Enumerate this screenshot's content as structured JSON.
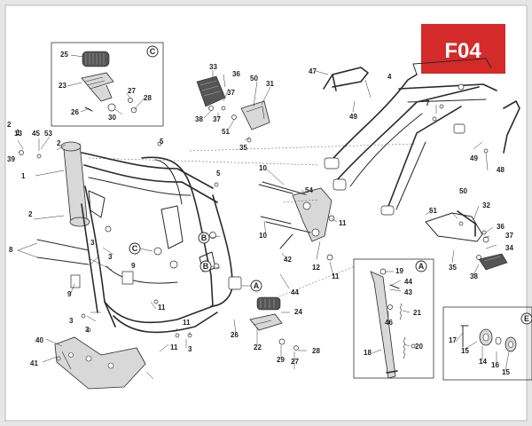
{
  "badge": {
    "text": "F04",
    "color": "#d42a2a"
  },
  "detail_marks": {
    "a": "A",
    "b": "B",
    "c": "C",
    "e": "E"
  },
  "callouts": {
    "c1": "1",
    "c2a": "2",
    "c2b": "2",
    "c2c": "2",
    "c3a": "3",
    "c3b": "3",
    "c3c": "3",
    "c3d": "3",
    "c3e": "3",
    "c4": "4",
    "c5a": "5",
    "c5b": "5",
    "c7": "7",
    "c8": "8",
    "c9a": "9",
    "c9b": "9",
    "c10a": "10",
    "c10b": "10",
    "c11a": "11",
    "c11b": "11",
    "c11c": "11",
    "c11d": "11",
    "c11e": "11",
    "c12": "12",
    "c13": "13",
    "c14": "14",
    "c15a": "15",
    "c15b": "15",
    "c16": "16",
    "c17": "17",
    "c18": "18",
    "c19": "19",
    "c20": "20",
    "c21": "21",
    "c22": "22",
    "c23": "23",
    "c24": "24",
    "c25": "25",
    "c26a": "26",
    "c26b": "26",
    "c27a": "27",
    "c27b": "27",
    "c28a": "28",
    "c28b": "28",
    "c29": "29",
    "c30": "30",
    "c31": "31",
    "c32": "32",
    "c33": "33",
    "c34": "34",
    "c35a": "35",
    "c35b": "35",
    "c36a": "36",
    "c36b": "36",
    "c37a": "37",
    "c37b": "37",
    "c38a": "38",
    "c38b": "38",
    "c39": "39",
    "c40": "40",
    "c41": "41",
    "c42": "42",
    "c43": "43",
    "c44a": "44",
    "c44b": "44",
    "c45": "45",
    "c46": "46",
    "c47": "47",
    "c48": "48",
    "c49a": "49",
    "c49b": "49",
    "c50a": "50",
    "c50b": "50",
    "c51a": "51",
    "c51b": "51",
    "c53": "53",
    "c54": "54"
  }
}
